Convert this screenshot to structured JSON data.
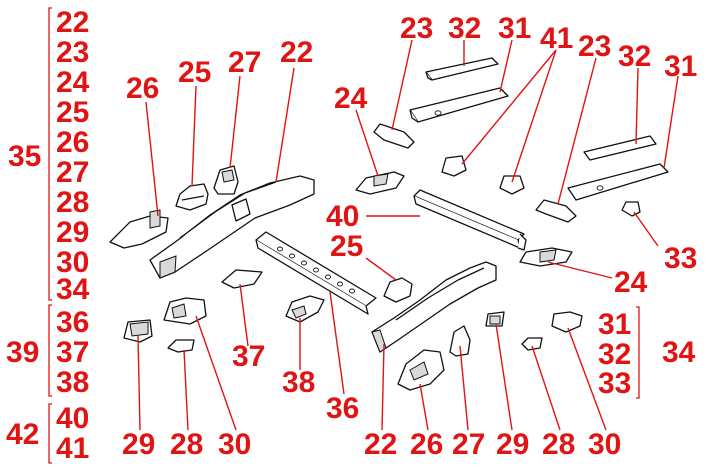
{
  "colors": {
    "callout": "#e11414",
    "line": "#111111",
    "background": "#ffffff"
  },
  "groups": {
    "g35": {
      "label": "35",
      "items": [
        "22",
        "23",
        "24",
        "25",
        "26",
        "27",
        "28",
        "29",
        "30",
        "34"
      ]
    },
    "g39": {
      "label": "39",
      "items": [
        "36",
        "37",
        "38"
      ]
    },
    "g42": {
      "label": "42",
      "items": [
        "40",
        "41"
      ]
    },
    "g34": {
      "label": "34",
      "items": [
        "31",
        "32",
        "33"
      ]
    }
  },
  "callouts": {
    "c26a": "26",
    "c25a": "25",
    "c27a": "27",
    "c22a": "22",
    "c23a": "23",
    "c32a": "32",
    "c31a": "31",
    "c41": "41",
    "c23b": "23",
    "c32b": "32",
    "c31b": "31",
    "c24a": "24",
    "c40": "40",
    "c25b": "25",
    "c24b": "24",
    "c33": "33",
    "c37": "37",
    "c38": "38",
    "c36": "36",
    "c29a": "29",
    "c28a": "28",
    "c30a": "30",
    "c22b": "22",
    "c26b": "26",
    "c27b": "27",
    "c29b": "29",
    "c28b": "28",
    "c30b": "30"
  }
}
